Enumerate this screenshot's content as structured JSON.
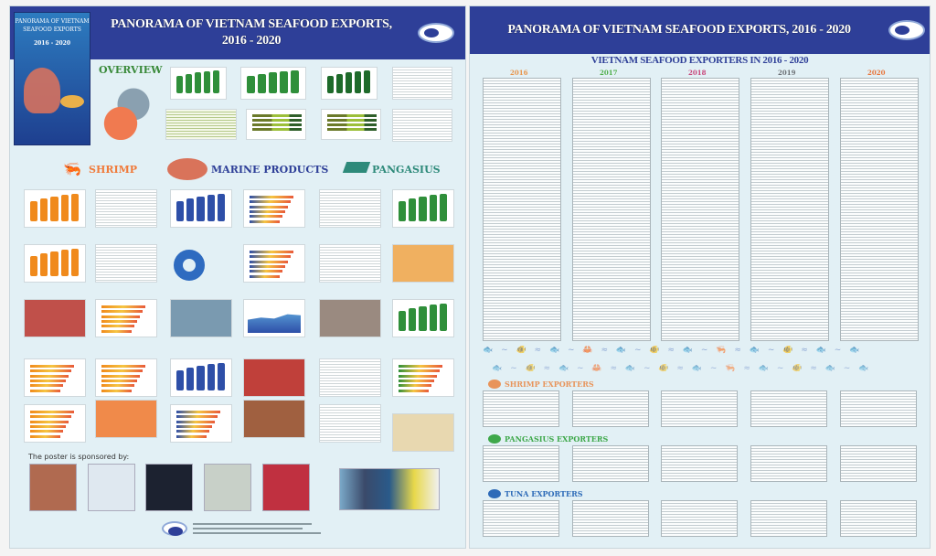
{
  "left": {
    "title_line1": "PANORAMA OF VIETNAM SEAFOOD EXPORTS,",
    "title_line2": "2016 - 2020",
    "cover": {
      "line1": "PANORAMA OF VIETNAM",
      "line2": "SEAFOOD EXPORTS",
      "years": "2016 - 2020"
    },
    "sections": {
      "overview": "OVERVIEW",
      "shrimp": "SHRIMP",
      "marine": "MARINE PRODUCTS",
      "pangasius": "PANGASIUS"
    },
    "sponsor_label": "The poster is sponsored by:"
  },
  "right": {
    "title": "PANORAMA OF VIETNAM SEAFOOD EXPORTS, 2016 - 2020",
    "subtitle": "VIETNAM SEAFOOD EXPORTERS IN 2016 - 2020",
    "years": [
      {
        "label": "2016",
        "color": "#e8944a"
      },
      {
        "label": "2017",
        "color": "#4fae4a"
      },
      {
        "label": "2018",
        "color": "#c8467a"
      },
      {
        "label": "2019",
        "color": "#6b6f74"
      },
      {
        "label": "2020",
        "color": "#e8743a"
      }
    ],
    "groups": [
      {
        "label": "SHRIMP EXPORTERS",
        "color": "#e8945a"
      },
      {
        "label": "PANGASIUS EXPORTERS",
        "color": "#3ea84a"
      },
      {
        "label": "TUNA EXPORTERS",
        "color": "#2e6bb8"
      }
    ]
  },
  "colors": {
    "brand_blue": "#2e3f98",
    "background": "#e2f0f5",
    "chart_green": "#2f8f3a",
    "chart_orange": "#f08a1c"
  }
}
